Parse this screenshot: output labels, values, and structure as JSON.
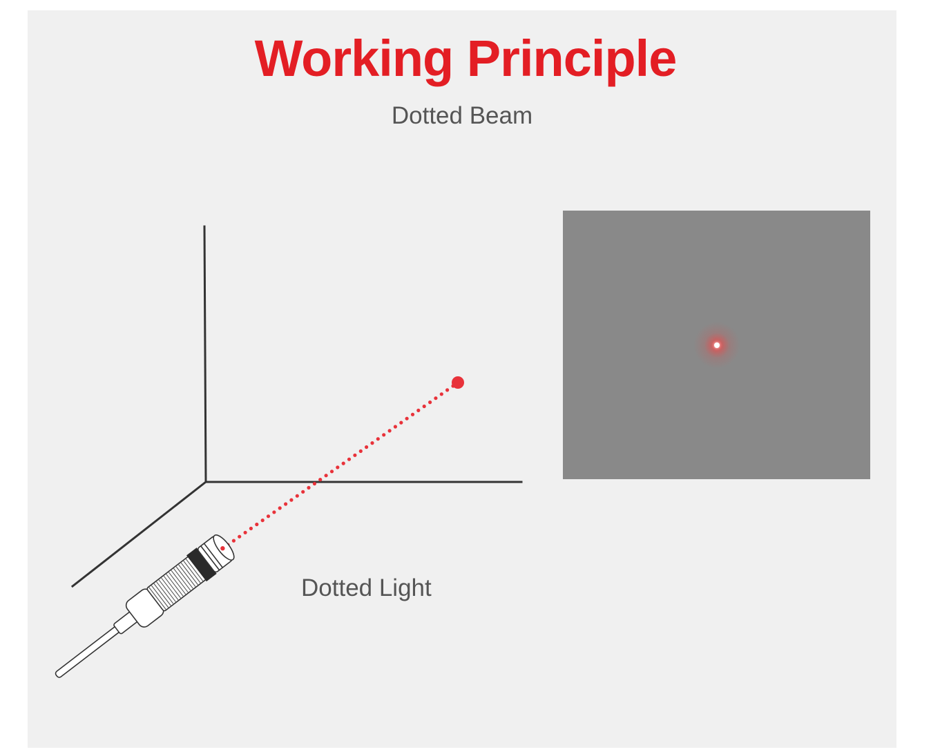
{
  "title": "Working Principle",
  "subtitle": "Dotted Beam",
  "caption": "Dotted Light",
  "colors": {
    "accent": "#e31e24",
    "panel_background": "#f0f0f0",
    "screen": "#898989",
    "text": "#555555",
    "axes": "#333333",
    "laser": "#e8323a"
  },
  "icons": {
    "emitter": "laser-module-icon",
    "beam": "dotted-laser-beam",
    "target_dot": "laser-dot",
    "projected_spot": "laser-spot-glow"
  }
}
